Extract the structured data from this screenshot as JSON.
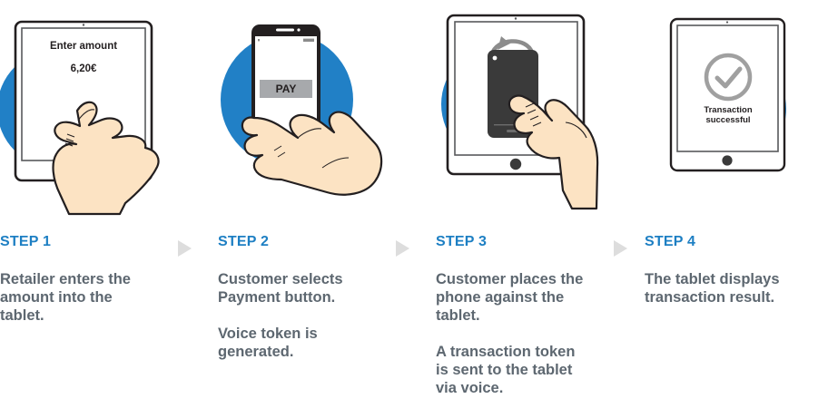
{
  "theme": {
    "brand_blue": "#1d7fc3",
    "circle_blue": "#2180c6",
    "body_gray": "#5d6770",
    "separator_gray": "#dddddd",
    "device_outline": "#231f20",
    "button_gray": "#a7a9ac"
  },
  "steps": [
    {
      "label": "STEP 1",
      "body": "Retailer enters the\namount into the\ntablet.",
      "body2": "",
      "illustration": {
        "type": "tablet-with-hand",
        "screen_title": "Enter amount",
        "screen_value": "6,20€"
      }
    },
    {
      "label": "STEP 2",
      "body": "Customer selects\nPayment button.",
      "body2": "Voice token is\ngenerated.",
      "illustration": {
        "type": "phone-in-hand",
        "button_label": "PAY"
      }
    },
    {
      "label": "STEP 3",
      "body": "Customer places the\nphone against the\ntablet.",
      "body2": "A transaction token\nis sent to the tablet\nvia voice.",
      "illustration": {
        "type": "phone-against-tablet",
        "arrow": "curved-transfer-arrow"
      }
    },
    {
      "label": "STEP 4",
      "body": "The tablet displays\ntransaction result.",
      "body2": "",
      "illustration": {
        "type": "tablet-result",
        "status_icon": "check-circle-icon",
        "status_line1": "Transaction",
        "status_line2": "successful"
      }
    }
  ],
  "separators": [
    "play-triangle-icon",
    "play-triangle-icon",
    "play-triangle-icon"
  ]
}
